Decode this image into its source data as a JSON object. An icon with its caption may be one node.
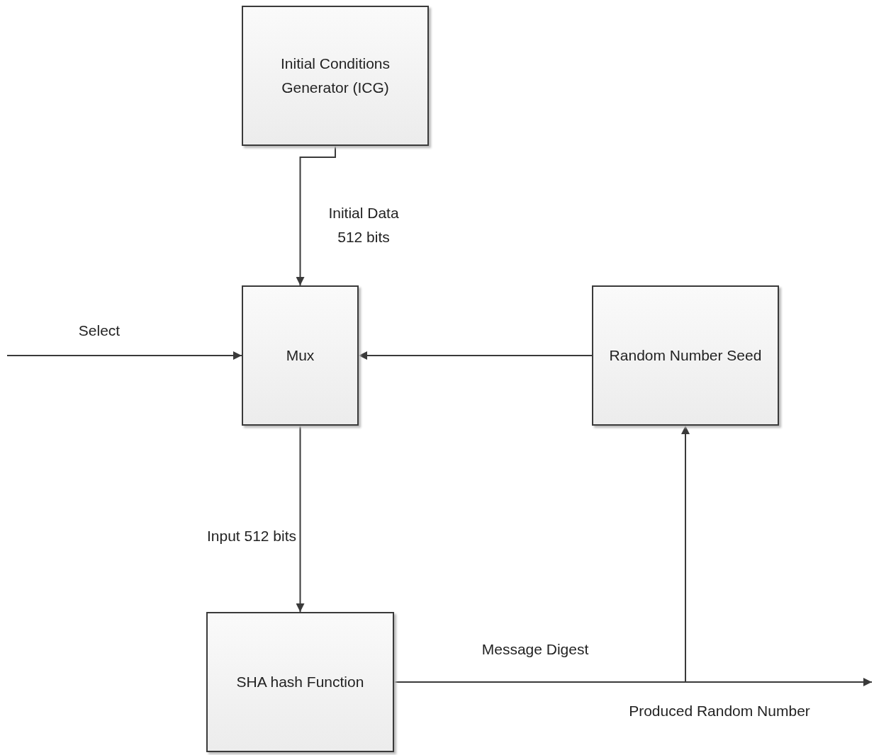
{
  "diagram": {
    "nodes": [
      {
        "text": [
          "Initial Conditions Generator (ICG)"
        ]
      },
      {
        "text": [
          "Mux"
        ]
      },
      {
        "text": [
          "Random Number Seed"
        ]
      },
      {
        "text": [
          "SHA hash Function"
        ]
      }
    ],
    "edges": [
      {
        "from": 0,
        "to": 1,
        "arrow": "to",
        "label": "Initial Data 512 bits"
      },
      {
        "from": null,
        "to": 1,
        "arrow": "to",
        "label": "Select"
      },
      {
        "from": 2,
        "to": 1,
        "arrow": "to"
      },
      {
        "from": 1,
        "to": 3,
        "arrow": "to",
        "label": "Input 512 bits"
      },
      {
        "from": 3,
        "to": 2,
        "arrow": "to",
        "label": "Message Digest"
      },
      {
        "from": 3,
        "to": null,
        "arrow": "to",
        "label": "Produced Random Number"
      }
    ]
  }
}
